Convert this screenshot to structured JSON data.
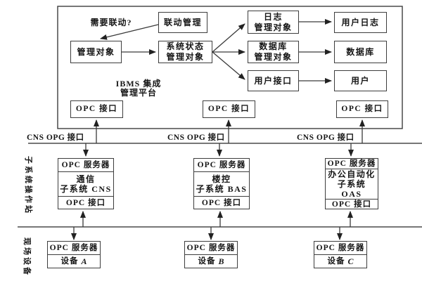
{
  "platform": {
    "title_line1": "IBMS 集成",
    "title_line2": "管理平台",
    "question": "需要联动?",
    "linkage": "联动管理",
    "mgmt_obj": "管理对象",
    "sys_status": [
      "系统状态",
      "管理对象"
    ],
    "log_mgmt": [
      "日志",
      "管理对象"
    ],
    "db_mgmt": [
      "数据库",
      "管理对象"
    ],
    "user_if": "用户接口",
    "user_log": "用户日志",
    "database": "数据库",
    "user": "用户",
    "opc_if": "OPC 接口"
  },
  "bus": {
    "cns_label": "CNS OPG 接口"
  },
  "side_labels": {
    "subsystem": "子系统操作站",
    "field": "现场设备"
  },
  "subsystems": [
    {
      "server": "OPC 服务器",
      "name_l1": "通信",
      "name_l2": "子系统 CNS",
      "interface": "OPC 接口"
    },
    {
      "server": "OPC 服务器",
      "name_l1": "楼控",
      "name_l2": "子系统 BAS",
      "interface": "OPC 接口"
    },
    {
      "server": "OPC 服务器",
      "name_l1": "办公自动化",
      "name_l2": "子系统 OAS",
      "interface": "OPC 接口"
    }
  ],
  "devices": [
    {
      "server": "OPC 服务器",
      "name": "设备",
      "suffix": "A"
    },
    {
      "server": "OPC 服务器",
      "name": "设备",
      "suffix": "B"
    },
    {
      "server": "OPC 服务器",
      "name": "设备",
      "suffix": "C"
    }
  ],
  "colors": {
    "line": "#3d3d3d",
    "text": "#161616"
  }
}
